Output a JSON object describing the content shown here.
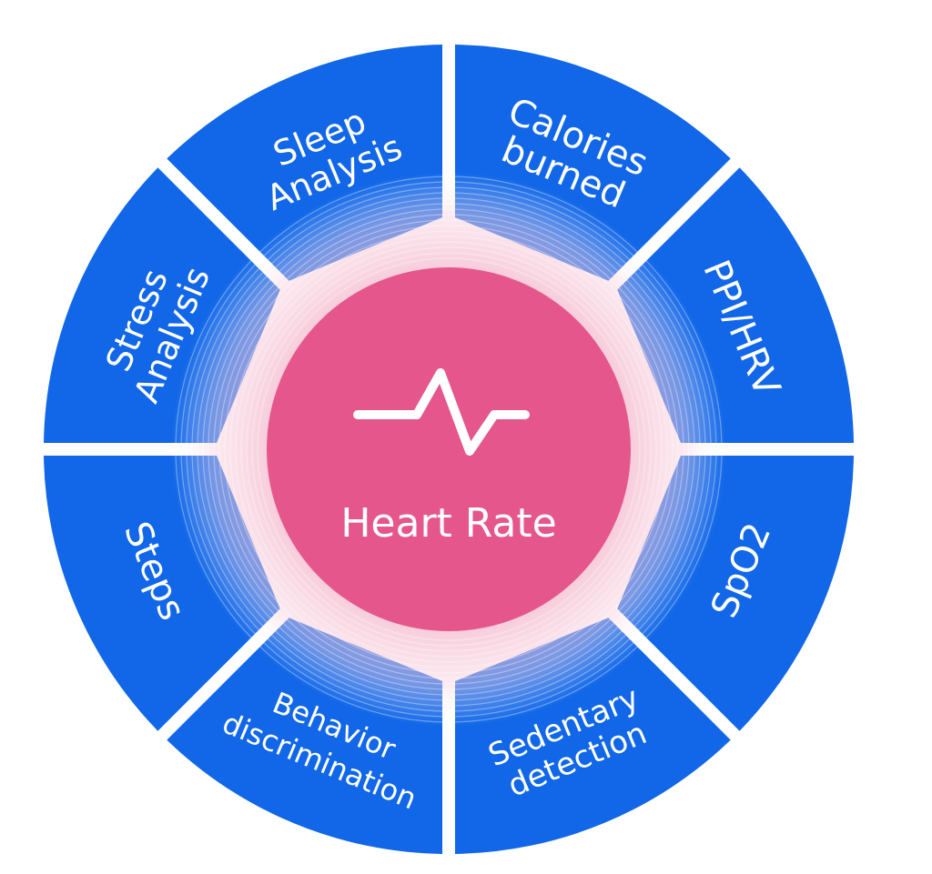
{
  "colors": {
    "segment_blue": "#1167e8",
    "center_pink": "#e5578c",
    "halo_pink": "#ef9fbb",
    "text_white": "#ffffff",
    "background": "#ffffff"
  },
  "center": {
    "label": "Heart Rate",
    "icon": "pulse-line-icon"
  },
  "segments": [
    {
      "id": "calories-burned",
      "lines": [
        "Calories",
        "burned"
      ]
    },
    {
      "id": "ppi-hrv",
      "lines": [
        "PPI/HRV"
      ]
    },
    {
      "id": "spo2",
      "lines": [
        "SpO2"
      ]
    },
    {
      "id": "sedentary-detection",
      "lines": [
        "Sedentary",
        "detection"
      ]
    },
    {
      "id": "behavior-discrimination",
      "lines": [
        "Behavior",
        "discrimination"
      ]
    },
    {
      "id": "steps",
      "lines": [
        "Steps"
      ]
    },
    {
      "id": "stress-analysis",
      "lines": [
        "Stress",
        "Analysis"
      ]
    },
    {
      "id": "sleep-analysis",
      "lines": [
        "Sleep",
        "Analysis"
      ]
    }
  ]
}
